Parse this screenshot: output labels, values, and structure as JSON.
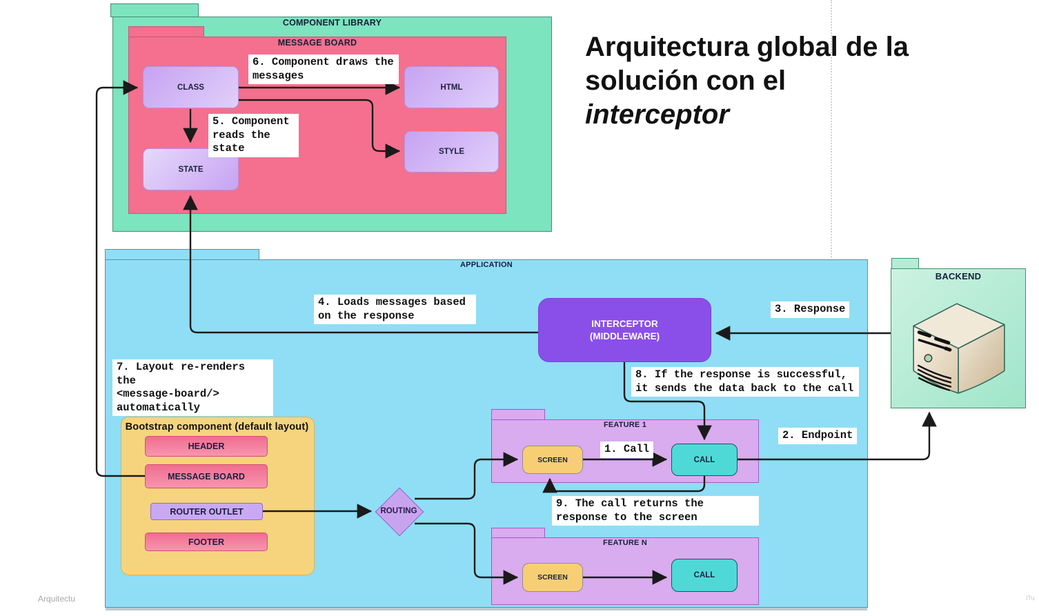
{
  "title": {
    "line1": "Arquitectura global de la",
    "line2": "solución con el",
    "line3": "interceptor"
  },
  "watermarks": {
    "left": "Arquitectu",
    "right": "ITu"
  },
  "component_library": {
    "label": "COMPONENT LIBRARY",
    "message_board": {
      "label": "MESSAGE BOARD",
      "class": "CLASS",
      "state": "STATE",
      "html": "HTML",
      "style": "STYLE"
    }
  },
  "application": {
    "label": "APPLICATION",
    "interceptor": "INTERCEPTOR\n(MIDDLEWARE)",
    "bootstrap": {
      "title": "Bootstrap component (default layout)",
      "items": [
        "HEADER",
        "MESSAGE BOARD",
        "ROUTER OUTLET",
        "FOOTER"
      ]
    },
    "routing": "ROUTING",
    "feature1": {
      "label": "FEATURE 1",
      "screen": "SCREEN",
      "call": "CALL"
    },
    "featureN": {
      "label": "FEATURE N",
      "screen": "SCREEN",
      "call": "CALL"
    }
  },
  "backend": {
    "label": "BACKEND",
    "icon": "server-icon"
  },
  "annotations": {
    "a1": "1. Call",
    "a2": "2. Endpoint",
    "a3": "3. Response",
    "a4": "4. Loads messages based\non the response",
    "a5": "5. Component\nreads the\nstate",
    "a6": "6. Component draws the\nmessages",
    "a7": "7. Layout re-renders the\n<message-board/>\nautomatically",
    "a8": "8. If the response is successful,\nit sends the data back to the call",
    "a9": "9. The call returns the\nresponse to the screen"
  },
  "colors": {
    "component_library": "#7ce4bf",
    "message_board": "#f4708e",
    "application": "#8fdef5",
    "interceptor": "#8a4fe8",
    "feature_folder": "#d9abef",
    "bootstrap": "#f6d47d",
    "screen": "#f8ce75",
    "call": "#4fd9d6",
    "node_purple": "#c6a3f2",
    "backend": "#b5ecd6",
    "wire": "#1a1a1a"
  }
}
